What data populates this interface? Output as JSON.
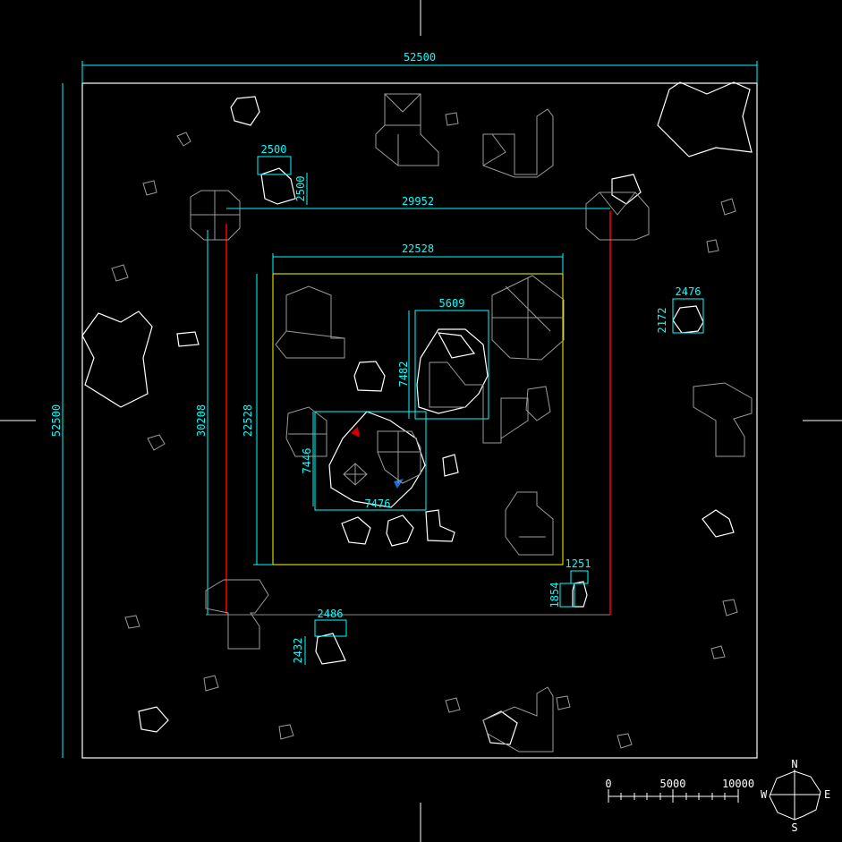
{
  "drawing": {
    "dimensions": {
      "site_width": "52500",
      "site_height": "52500",
      "outer_width": "29952",
      "outer_height": "30208",
      "inner_width": "22528",
      "inner_height": "22528",
      "pond_a_width": "5609",
      "pond_a_height": "7482",
      "pond_b_height": "7446",
      "pond_b_width": "7476",
      "rock_a_width": "2500",
      "rock_a_height": "2500",
      "rock_b_width": "2476",
      "rock_b_height": "2172",
      "rock_c_width": "1251",
      "rock_c_height": "1854",
      "rock_d_width": "2486",
      "rock_d_height": "2432"
    },
    "scale_bar": {
      "labels": [
        "0",
        "5000",
        "10000"
      ]
    },
    "compass": {
      "north": "N",
      "south": "S",
      "east": "E",
      "west": "W"
    },
    "colors": {
      "dimension": "#00ffff",
      "boundary": "#ffffff",
      "red_line": "#ff0000",
      "yellow_line": "#ffff00",
      "marker_red": "#cc0000",
      "marker_blue": "#1e6fd0"
    }
  }
}
